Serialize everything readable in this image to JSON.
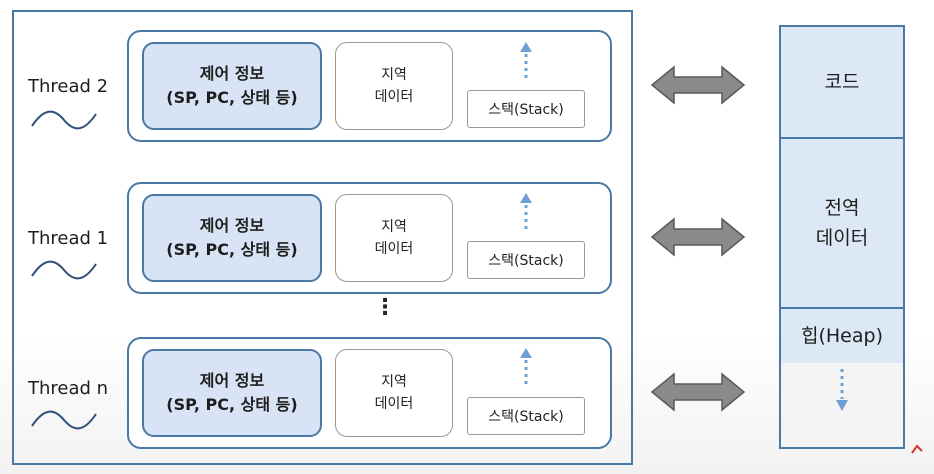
{
  "threads": [
    {
      "label": "Thread 2",
      "control": {
        "line1": "제어 정보",
        "line2": "(SP, PC, 상태 등)"
      },
      "local": {
        "line1": "지역",
        "line2": "데이터"
      },
      "stack": "스택(Stack)"
    },
    {
      "label": "Thread 1",
      "control": {
        "line1": "제어 정보",
        "line2": "(SP, PC, 상태 등)"
      },
      "local": {
        "line1": "지역",
        "line2": "데이터"
      },
      "stack": "스택(Stack)"
    },
    {
      "label": "Thread n",
      "control": {
        "line1": "제어 정보",
        "line2": "(SP, PC, 상태 등)"
      },
      "local": {
        "line1": "지역",
        "line2": "데이터"
      },
      "stack": "스택(Stack)"
    }
  ],
  "ellipsis": "⋮",
  "memory": {
    "code": "코드",
    "global": {
      "line1": "전역",
      "line2": "데이터"
    },
    "heap": "힙(Heap)"
  },
  "colors": {
    "border": "#4a79a8",
    "control_fill": "#d8e4f5",
    "memory_fill": "#dce8f6",
    "arrow_fill": "#8a8a8a",
    "dotted_arrow": "#6f9fd3"
  }
}
